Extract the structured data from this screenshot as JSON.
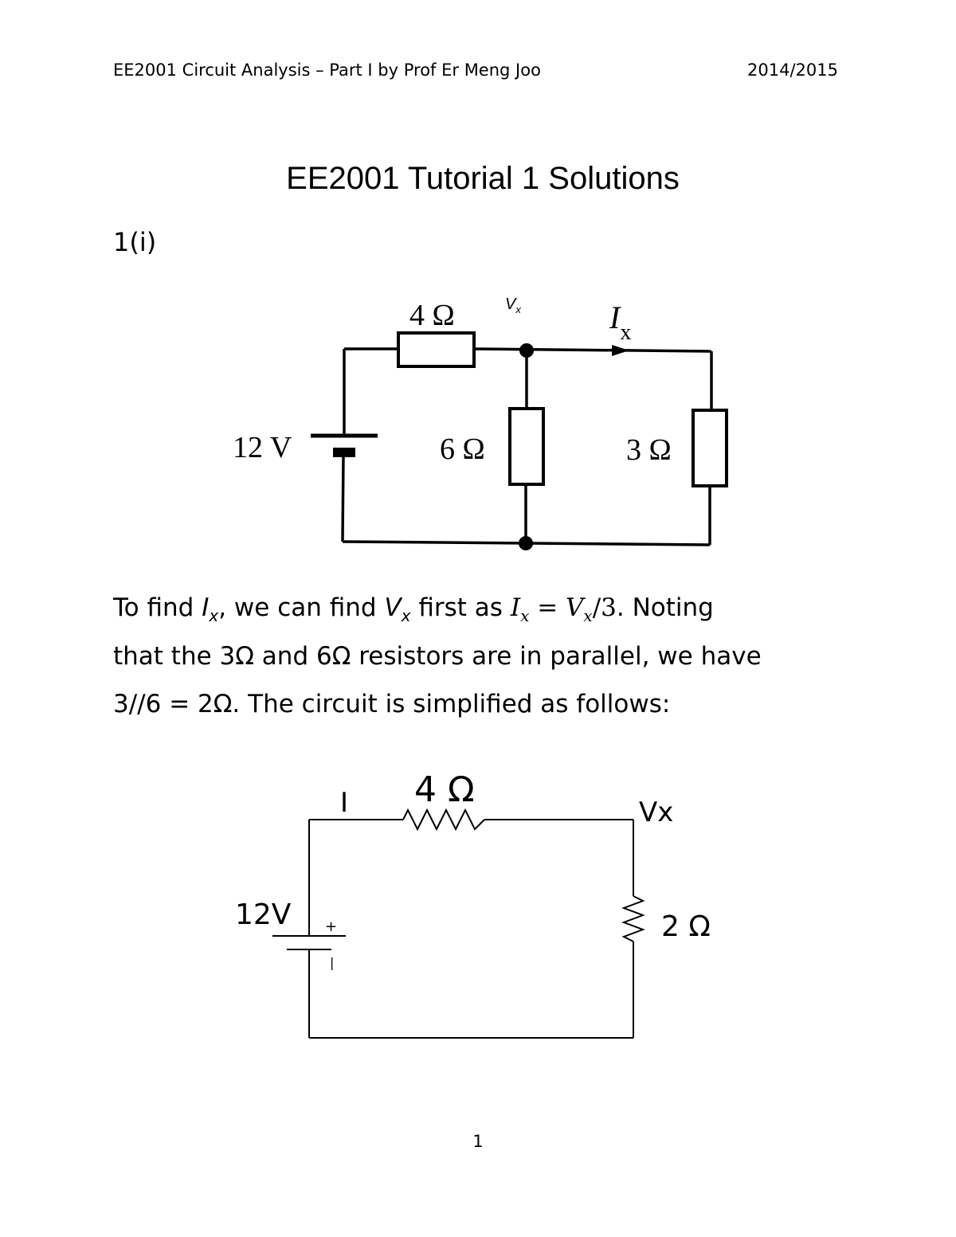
{
  "header": {
    "left": "EE2001 Circuit Analysis – Part I by Prof Er Meng Joo",
    "right": "2014/2015"
  },
  "title": "EE2001 Tutorial 1 Solutions",
  "question_number": "1(i)",
  "circuit1": {
    "source_label": "12 V",
    "r_series_label": "4 Ω",
    "r_middle_label": "6 Ω",
    "r_right_label": "3 Ω",
    "node_label": "V",
    "node_sub": "x",
    "current_label": "I",
    "current_sub": "x"
  },
  "paragraph": {
    "l1_a": "To find ",
    "l1_ix": "I",
    "l1_ix_sub": "x",
    "l1_b": ", we can find ",
    "l1_vx": "V",
    "l1_vx_sub": "x",
    "l1_c": " first as ",
    "l1_eq_i": "I",
    "l1_eq_i_sub": "x",
    "l1_eq": " = ",
    "l1_eq_v": "V",
    "l1_eq_v_sub": "x",
    "l1_eq_div": "/3",
    "l1_d": ". Noting",
    "line2": "that the 3Ω and 6Ω resistors are in parallel, we have",
    "line3": "3//6 = 2Ω. The circuit is simplified as follows:"
  },
  "circuit2": {
    "current_label": "I",
    "r_series_label": "4 Ω",
    "node_label": "Vx",
    "source_label": "12V",
    "plus_sign": "+",
    "minus_sign": "|",
    "r_shunt_label": "2 Ω"
  },
  "page_number": "1"
}
